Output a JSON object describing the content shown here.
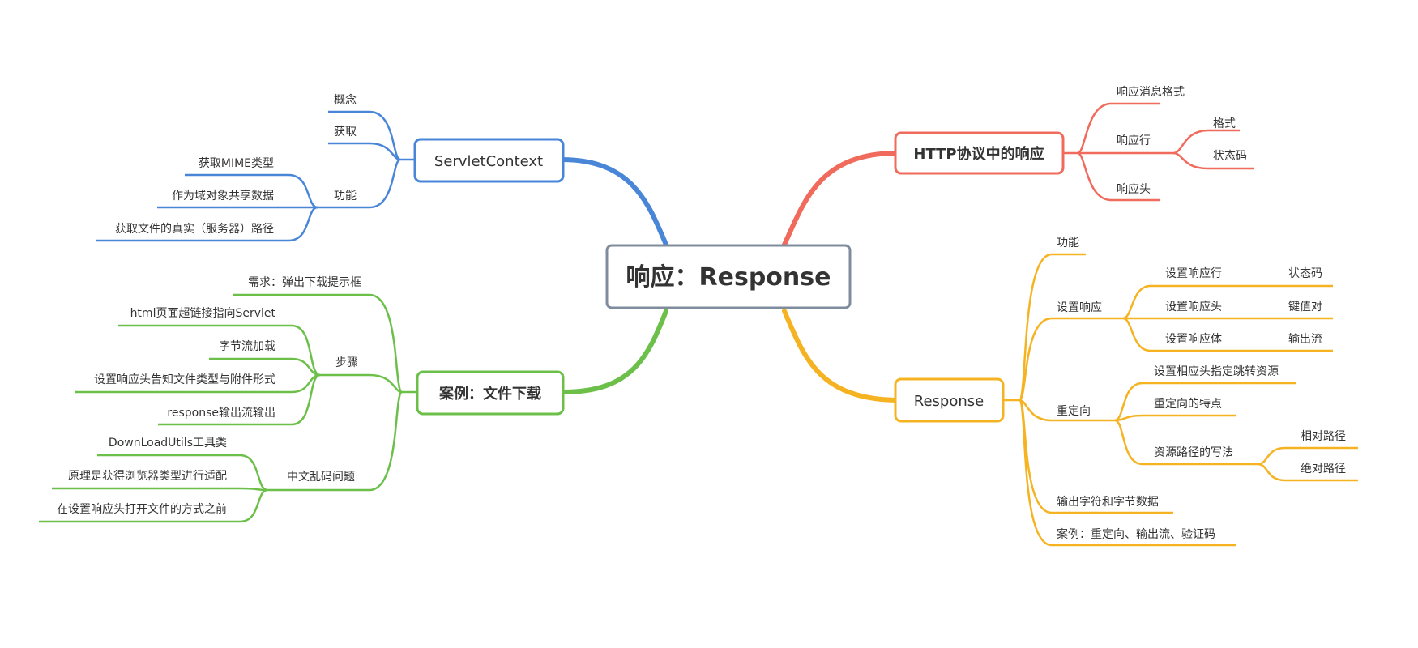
{
  "root": {
    "label": "响应：Response",
    "color": "#7f8c9d"
  },
  "branches": {
    "http": {
      "color": "#f06b5c",
      "label": "HTTP协议中的响应",
      "items": [
        "响应消息格式",
        "响应行",
        "响应头"
      ],
      "status_line": [
        "格式",
        "状态码"
      ]
    },
    "response": {
      "color": "#f5b321",
      "label": "Response",
      "items": [
        "功能",
        "设置响应",
        "重定向",
        "输出字符和字节数据",
        "案例：重定向、输出流、验证码"
      ],
      "set_resp": [
        {
          "label": "设置响应行",
          "leaf": "状态码"
        },
        {
          "label": "设置响应头",
          "leaf": "键值对"
        },
        {
          "label": "设置响应体",
          "leaf": "输出流"
        }
      ],
      "redirect": [
        "设置相应头指定跳转资源",
        "重定向的特点",
        "资源路径的写法"
      ],
      "paths": [
        "相对路径",
        "绝对路径"
      ]
    },
    "servlet": {
      "color": "#4a86d8",
      "label": "ServletContext",
      "items": [
        "概念",
        "获取",
        "功能"
      ],
      "functions": [
        "获取MIME类型",
        "作为域对象共享数据",
        "获取文件的真实（服务器）路径"
      ]
    },
    "download": {
      "color": "#6cc04a",
      "label": "案例：文件下载",
      "items": [
        "需求：弹出下载提示框",
        "步骤",
        "中文乱码问题"
      ],
      "steps": [
        "html页面超链接指向Servlet",
        "字节流加载",
        "设置响应头告知文件类型与附件形式",
        "response输出流输出"
      ],
      "encoding": [
        "DownLoadUtils工具类",
        "原理是获得浏览器类型进行适配",
        "在设置响应头打开文件的方式之前"
      ]
    }
  }
}
